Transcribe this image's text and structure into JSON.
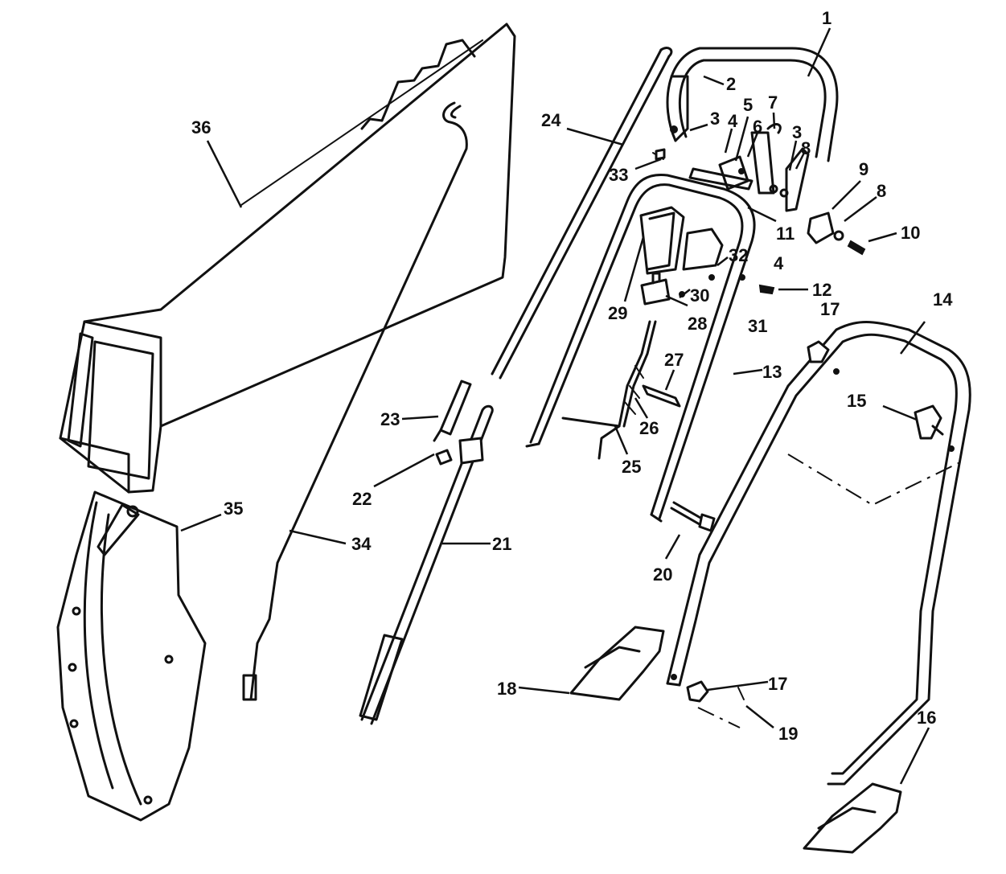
{
  "callouts": [
    {
      "id": "1",
      "text": "1"
    },
    {
      "id": "2",
      "text": "2"
    },
    {
      "id": "3a",
      "text": "3"
    },
    {
      "id": "3b",
      "text": "3"
    },
    {
      "id": "4a",
      "text": "4"
    },
    {
      "id": "4b",
      "text": "4"
    },
    {
      "id": "5",
      "text": "5"
    },
    {
      "id": "6",
      "text": "6"
    },
    {
      "id": "7",
      "text": "7"
    },
    {
      "id": "8a",
      "text": "8"
    },
    {
      "id": "8b",
      "text": "8"
    },
    {
      "id": "9",
      "text": "9"
    },
    {
      "id": "10",
      "text": "10"
    },
    {
      "id": "11",
      "text": "11"
    },
    {
      "id": "12",
      "text": "12"
    },
    {
      "id": "13",
      "text": "13"
    },
    {
      "id": "14",
      "text": "14"
    },
    {
      "id": "15",
      "text": "15"
    },
    {
      "id": "16",
      "text": "16"
    },
    {
      "id": "17a",
      "text": "17"
    },
    {
      "id": "17b",
      "text": "17"
    },
    {
      "id": "18",
      "text": "18"
    },
    {
      "id": "19",
      "text": "19"
    },
    {
      "id": "20",
      "text": "20"
    },
    {
      "id": "21",
      "text": "21"
    },
    {
      "id": "22",
      "text": "22"
    },
    {
      "id": "23",
      "text": "23"
    },
    {
      "id": "24",
      "text": "24"
    },
    {
      "id": "25",
      "text": "25"
    },
    {
      "id": "26",
      "text": "26"
    },
    {
      "id": "27",
      "text": "27"
    },
    {
      "id": "28",
      "text": "28"
    },
    {
      "id": "29",
      "text": "29"
    },
    {
      "id": "30",
      "text": "30"
    },
    {
      "id": "31",
      "text": "31"
    },
    {
      "id": "32",
      "text": "32"
    },
    {
      "id": "33",
      "text": "33"
    },
    {
      "id": "34",
      "text": "34"
    },
    {
      "id": "35",
      "text": "35"
    },
    {
      "id": "36",
      "text": "36"
    }
  ]
}
